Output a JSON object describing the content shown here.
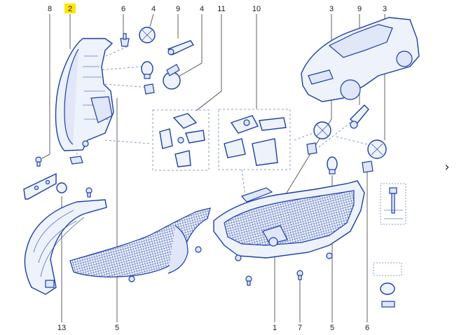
{
  "diagram": {
    "callouts": [
      {
        "id": "c8",
        "text": "8"
      },
      {
        "id": "c2",
        "text": "2",
        "highlight": true
      },
      {
        "id": "c6top",
        "text": "6"
      },
      {
        "id": "c4a",
        "text": "4"
      },
      {
        "id": "c9a",
        "text": "9"
      },
      {
        "id": "c4b",
        "text": "4"
      },
      {
        "id": "c11",
        "text": "11"
      },
      {
        "id": "c10",
        "text": "10"
      },
      {
        "id": "c3a",
        "text": "3"
      },
      {
        "id": "c9b",
        "text": "9"
      },
      {
        "id": "c3b",
        "text": "3"
      },
      {
        "id": "c13",
        "text": "13"
      },
      {
        "id": "c5a",
        "text": "5"
      },
      {
        "id": "c1",
        "text": "1"
      },
      {
        "id": "c7",
        "text": "7"
      },
      {
        "id": "c5b",
        "text": "5"
      },
      {
        "id": "c6bot",
        "text": "6"
      }
    ],
    "highlight_color": "#ffe600",
    "line_color": "#1b3ea8"
  },
  "nav": {
    "next_glyph": "›"
  }
}
